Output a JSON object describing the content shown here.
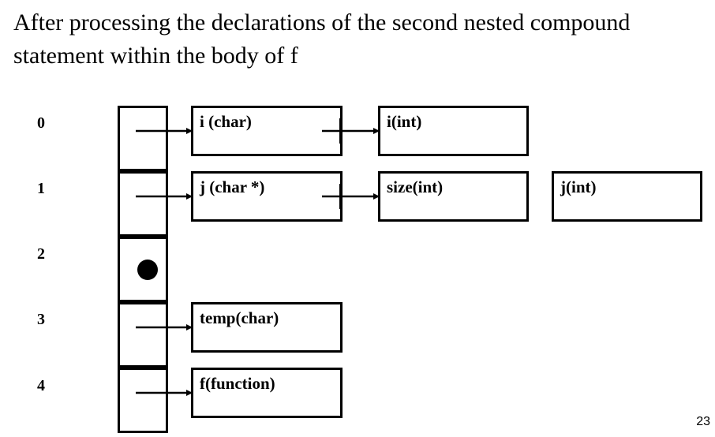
{
  "title": "After processing the declarations of the second nested compound statement within the body of f",
  "slide_number": "23",
  "hash_table": {
    "indices": [
      "0",
      "1",
      "2",
      "3",
      "4"
    ]
  },
  "nodes": {
    "row0": [
      "i (char)",
      "i(int)"
    ],
    "row1": [
      "j (char *)",
      "size(int)",
      "j(int)"
    ],
    "row3": [
      "temp(char)"
    ],
    "row4": [
      "f(function)"
    ]
  }
}
